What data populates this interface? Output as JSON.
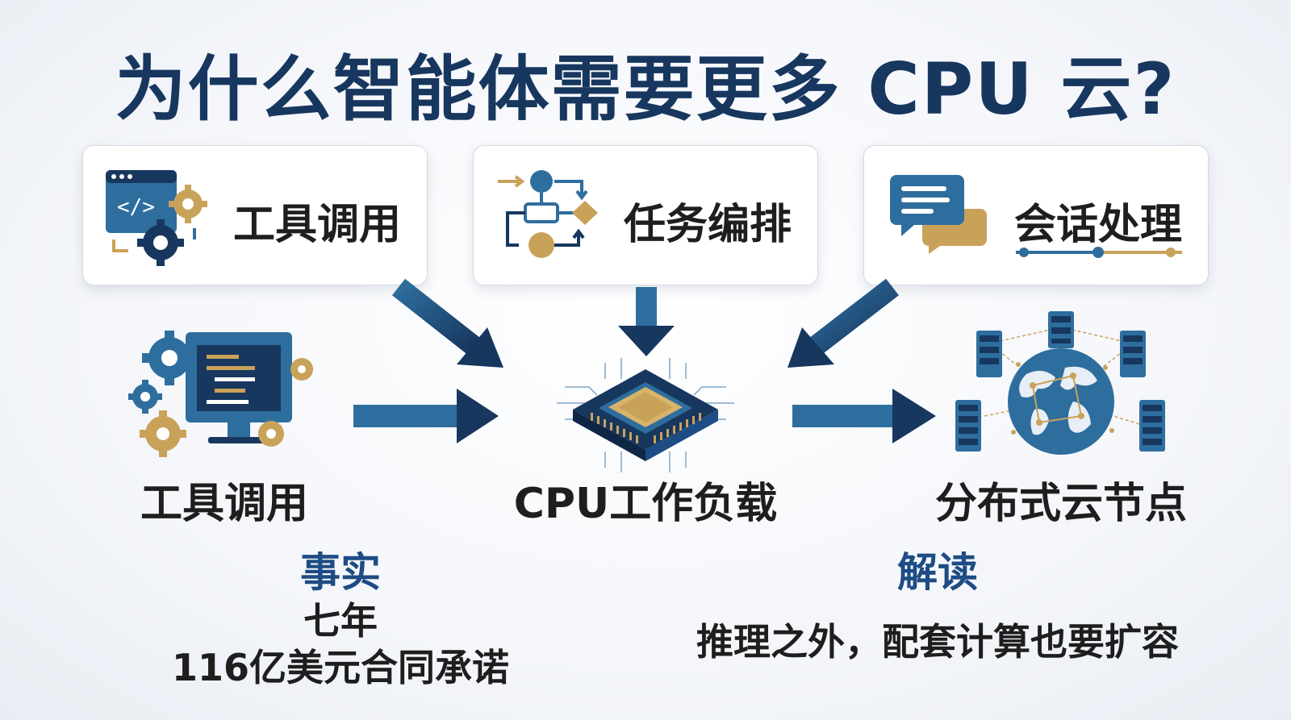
{
  "title": "为什么智能体需要更多 CPU 云?",
  "cards": [
    {
      "label": "工具调用",
      "icon": "code-window-gears-icon"
    },
    {
      "label": "任务编排",
      "icon": "workflow-flowchart-icon"
    },
    {
      "label": "会话处理",
      "icon": "chat-bubbles-icon"
    }
  ],
  "nodes": {
    "left": {
      "label": "工具调用",
      "icon": "computer-code-gears-icon"
    },
    "center": {
      "label": "CPU工作负载",
      "icon": "cpu-chip-icon"
    },
    "right": {
      "label": "分布式云节点",
      "icon": "globe-servers-network-icon"
    }
  },
  "facts": {
    "heading": "事实",
    "line1": "七年",
    "line2": "116亿美元合同承诺"
  },
  "interpretation": {
    "heading": "解读",
    "line1": "推理之外，配套计算也要扩容"
  },
  "colors": {
    "navy": "#17375f",
    "steel_blue": "#2e6e9e",
    "gold": "#c9a25a",
    "heading_blue": "#1e4c84"
  }
}
